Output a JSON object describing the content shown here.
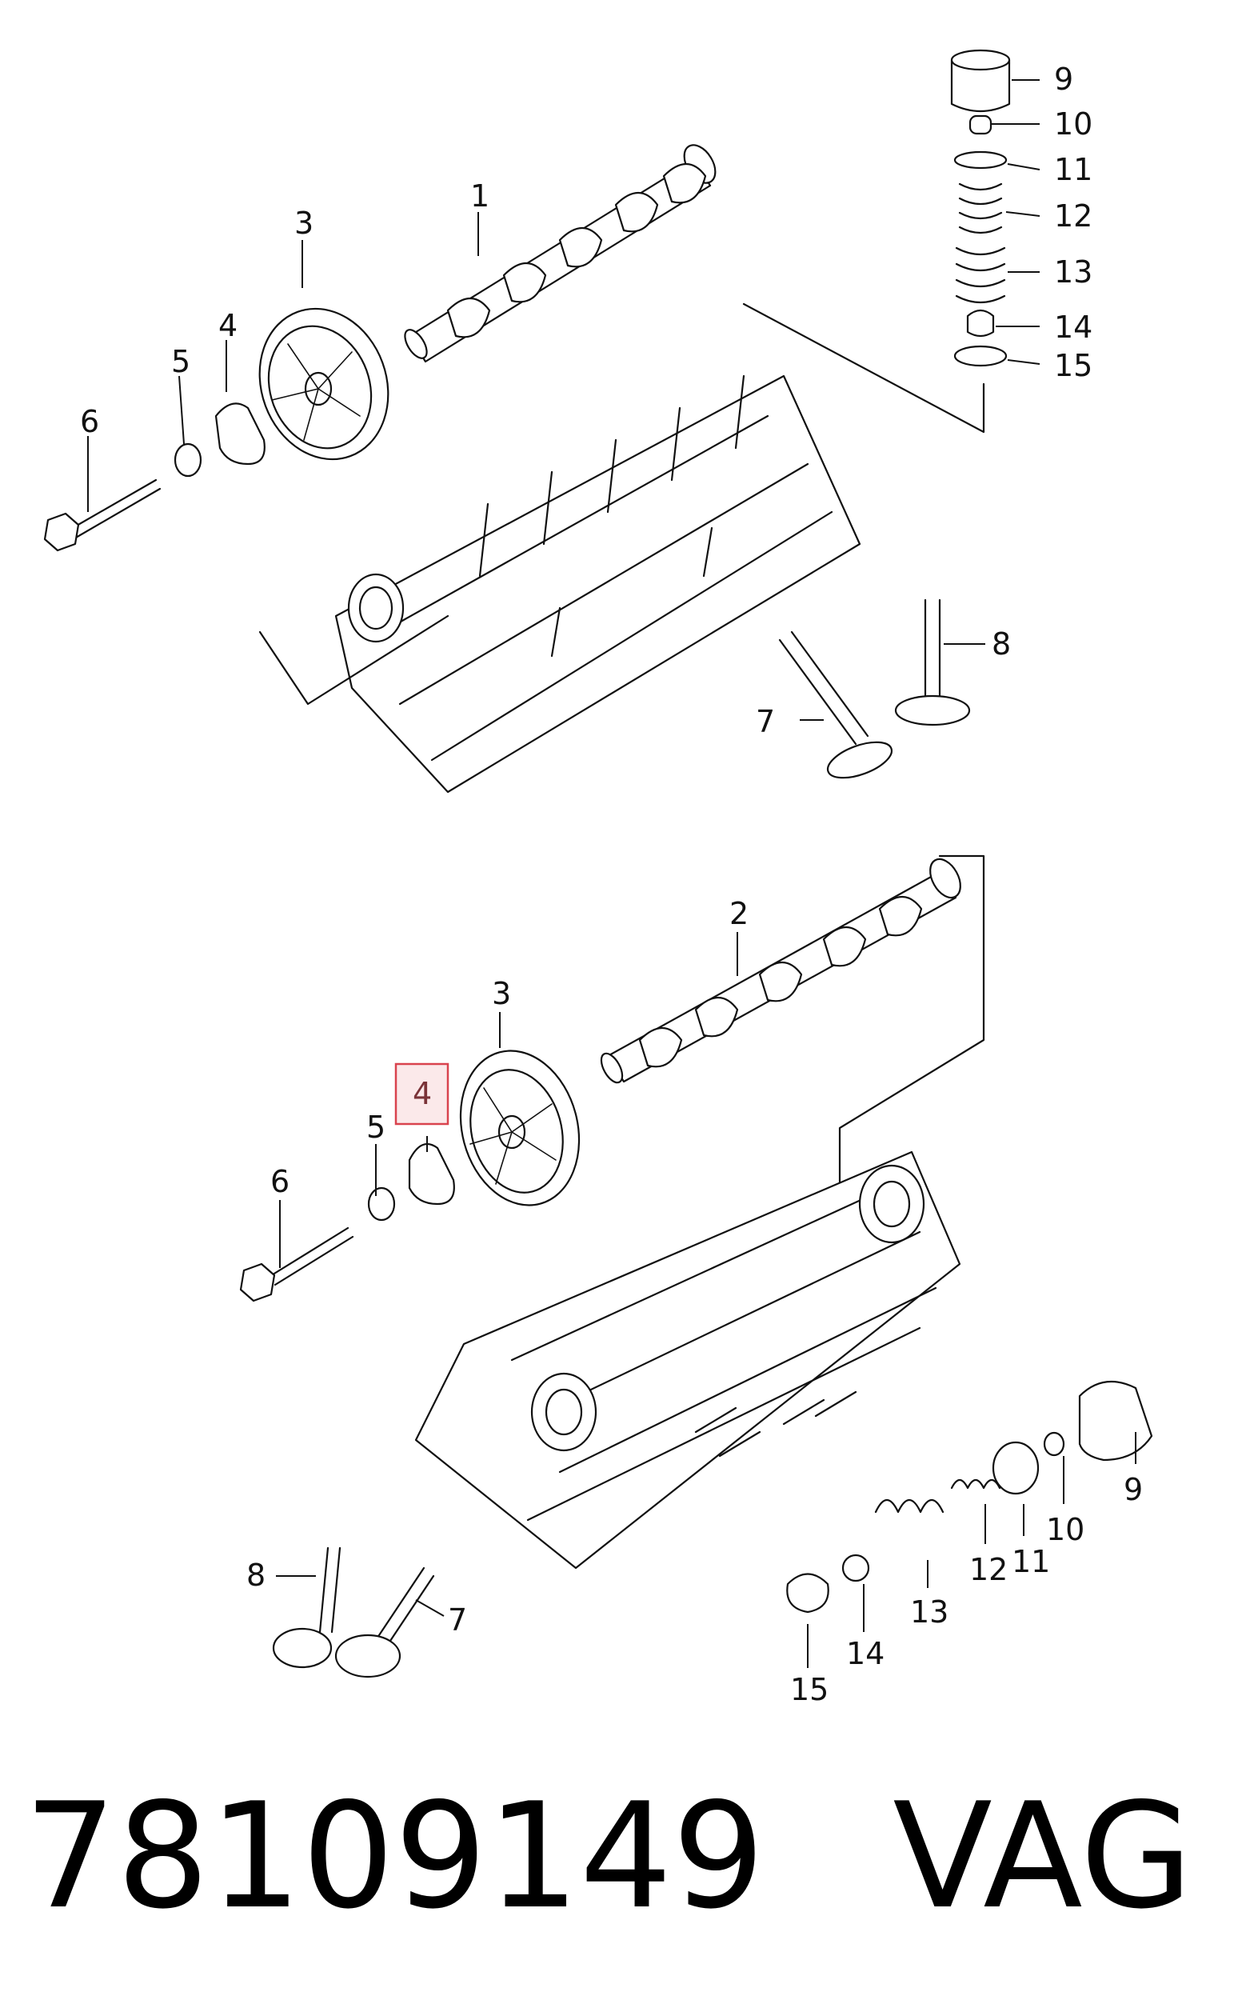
{
  "callouts": {
    "top": [
      "1",
      "3",
      "4",
      "5",
      "6",
      "7",
      "8",
      "9",
      "10",
      "11",
      "12",
      "13",
      "14",
      "15"
    ],
    "bottom": [
      "2",
      "3",
      "4",
      "5",
      "6",
      "7",
      "8",
      "9",
      "10",
      "11",
      "12",
      "13",
      "14",
      "15"
    ]
  },
  "highlight": {
    "label": "4",
    "color": "#d9434e"
  },
  "footer": {
    "part_number": "78109149",
    "brand": "VAG"
  }
}
